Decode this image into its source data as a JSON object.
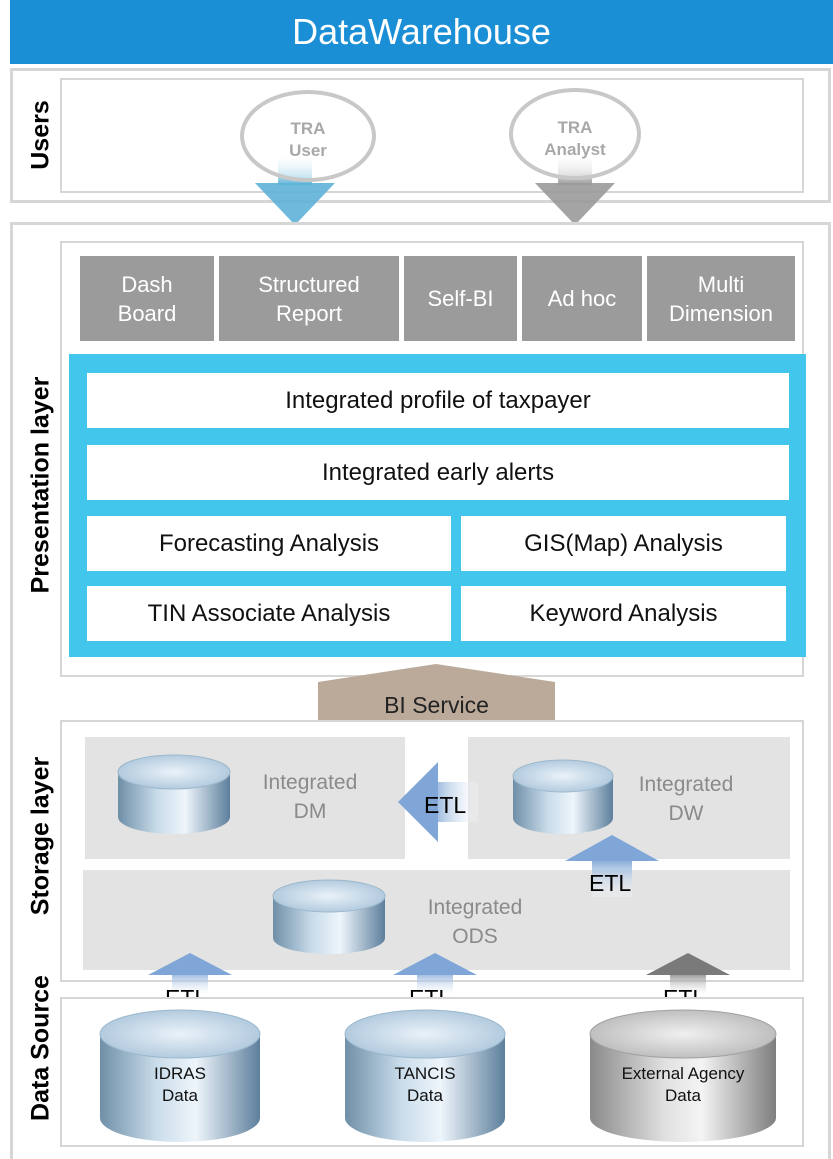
{
  "title": "DataWarehouse",
  "layers": {
    "users": "Users",
    "presentation": "Presentation layer",
    "storage": "Storage layer",
    "source": "Data Source"
  },
  "users": {
    "user_line1": "TRA",
    "user_line2": "User",
    "analyst_line1": "TRA",
    "analyst_line2": "Analyst"
  },
  "tools": [
    {
      "line1": "Dash",
      "line2": "Board"
    },
    {
      "line1": "Structured",
      "line2": "Report"
    },
    {
      "line1": "Self-BI",
      "line2": ""
    },
    {
      "line1": "Ad hoc",
      "line2": ""
    },
    {
      "line1": "Multi",
      "line2": "Dimension"
    }
  ],
  "analyses": {
    "profile": "Integrated profile of taxpayer",
    "alerts": "Integrated early alerts",
    "forecasting": "Forecasting Analysis",
    "gis": "GIS(Map) Analysis",
    "tin": "TIN Associate Analysis",
    "keyword": "Keyword Analysis"
  },
  "bi_service": "BI Service",
  "storage": {
    "dm_line1": "Integrated",
    "dm_line2": "DM",
    "dw_line1": "Integrated",
    "dw_line2": "DW",
    "ods_line1": "Integrated",
    "ods_line2": "ODS",
    "etl": "ETL"
  },
  "sources": {
    "idras_line1": "IDRAS",
    "idras_line2": "Data",
    "tancis_line1": "TANCIS",
    "tancis_line2": "Data",
    "external_line1": "External Agency",
    "external_line2": "Data"
  },
  "colors": {
    "title_bar": "#1b8fd6",
    "panel": "#42c6ec",
    "tool_tile": "#9b9b9b",
    "bi_service": "#bba999",
    "frame": "#d6d6d6"
  }
}
